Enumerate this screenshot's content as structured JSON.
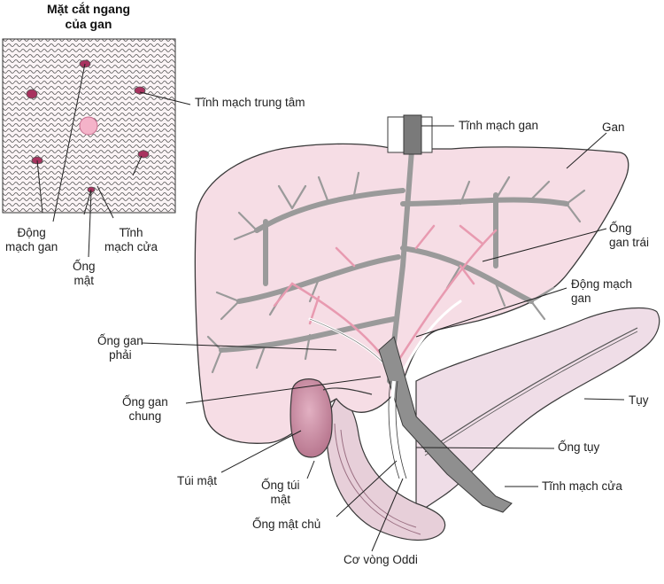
{
  "inset": {
    "title_line1": "Mặt cắt ngang",
    "title_line2": "của gan"
  },
  "labels": {
    "central_vein": "Tĩnh mạch trung tâm",
    "hepatic_artery_line1": "Động",
    "hepatic_artery_line2": "mạch gan",
    "portal_vein_inset_line1": "Tĩnh",
    "portal_vein_inset_line2": "mạch cửa",
    "bile_duct_line1": "Ống",
    "bile_duct_line2": "mật",
    "hepatic_vein": "Tĩnh mạch gan",
    "liver": "Gan",
    "left_hepatic_duct_line1": "Ống",
    "left_hepatic_duct_line2": "gan trái",
    "hepatic_artery_main_line1": "Động mạch",
    "hepatic_artery_main_line2": "gan",
    "right_hepatic_duct_line1": "Ống gan",
    "right_hepatic_duct_line2": "phải",
    "common_hepatic_duct_line1": "Ống gan",
    "common_hepatic_duct_line2": "chung",
    "pancreas": "Tụy",
    "pancreatic_duct": "Ống tụy",
    "portal_vein": "Tĩnh mạch cửa",
    "gallbladder": "Túi mật",
    "cystic_duct_line1": "Ống túi",
    "cystic_duct_line2": "mật",
    "common_bile_duct": "Ống mật chủ",
    "sphincter_of_oddi": "Cơ vòng Oddi"
  },
  "colors": {
    "liver_fill": "#f6dde5",
    "pancreas_fill": "#efdde7",
    "vessel_gray": "#9a9a9a",
    "artery_pink": "#e89ab0",
    "gallbladder": "#c9889f",
    "outline": "#3a3a3a"
  }
}
